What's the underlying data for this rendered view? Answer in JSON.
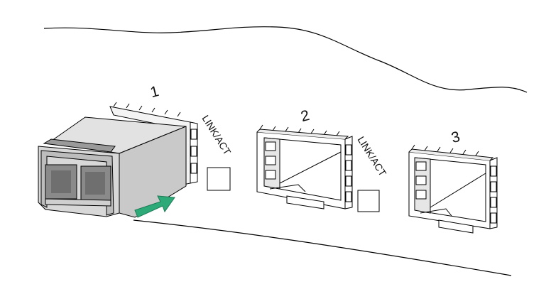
{
  "ports": [
    {
      "number": "1",
      "led_label": "LINK/ACT",
      "state": "sfp-module-inserted"
    },
    {
      "number": "2",
      "led_label": "LINK/ACT",
      "state": "empty"
    },
    {
      "number": "3",
      "state": "empty"
    }
  ],
  "colors": {
    "arrow": "#2eaa78",
    "line": "#000000",
    "module_top": "#e2e2e2",
    "module_side": "#c7c7c7",
    "module_face": "#d6d6d6",
    "receptacle": "#8d8d8d",
    "background": "#ffffff"
  },
  "icons": {
    "insert_direction": "arrow-right-up-icon"
  }
}
